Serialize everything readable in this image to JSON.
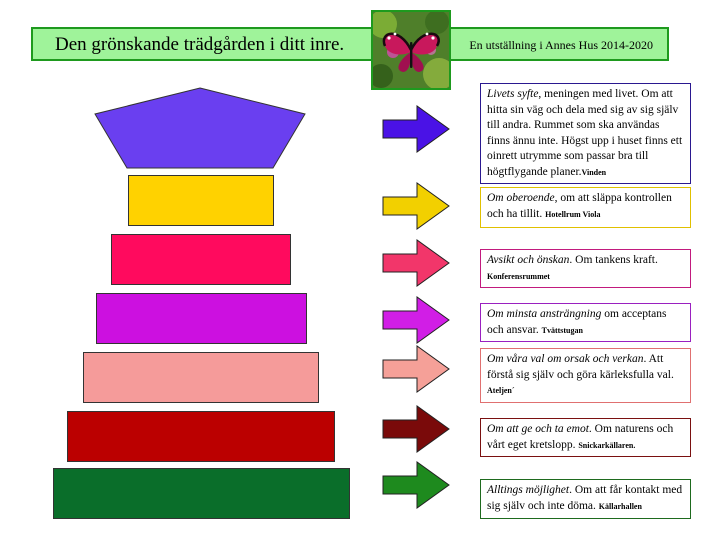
{
  "header": {
    "title": "Den grönskande trädgården i ditt inre.",
    "subtitle": "En utställning i Annes Hus 2014-2020",
    "image_icon": "butterfly-photo"
  },
  "levels": [
    {
      "color": "#6a3ff0",
      "arrow_color": "#4a12e6",
      "border": "#2a1890",
      "italic": "Livets syfte",
      "text": ", meningen med livet. Om att hitta sin väg och dela med sig av sig själv till andra. Rummet som ska användas finns ännu inte. Högst upp i huset finns ett oinrett  utrymme som passar bra till högtflygande planer.",
      "room": "Vinden"
    },
    {
      "color": "#ffd200",
      "arrow_color": "#f2d000",
      "border": "#e0c000",
      "italic": "Om oberoende",
      "text": ", om att släppa kontrollen och ha tillit. ",
      "room": "Hotellrum Viola"
    },
    {
      "color": "#ff0a5e",
      "arrow_color": "#f2366a",
      "border": "#c21a7e",
      "italic": "Avsikt och önskan",
      "text": ". Om tankens kraft. ",
      "room": "Konferensrummet"
    },
    {
      "color": "#cc10e0",
      "arrow_color": "#d11ee6",
      "border": "#9a20c0",
      "italic": "Om minsta ansträngning",
      "text": " om acceptans och ansvar. ",
      "room": "Tvättstugan"
    },
    {
      "color": "#f59b9a",
      "arrow_color": "#f5a098",
      "border": "#e07070",
      "italic": "Om våra val om orsak och verkan",
      "text": ". Att förstå sig själv och göra kärleksfulla val. ",
      "room": "Ateljen´"
    },
    {
      "color": "#bb0000",
      "arrow_color": "#7a0a0a",
      "border": "#7a1010",
      "italic": "Om att ge och ta emot",
      "text": ". Om naturens och vårt eget kretslopp. ",
      "room": "Snickarkällaren."
    },
    {
      "color": "#0a6e2a",
      "arrow_color": "#1e8a1e",
      "border": "#1e6a1e",
      "italic": "Alltings möjlighet",
      "text": ". Om att får kontakt med sig själv och inte döma. ",
      "room": "Källarhallen"
    }
  ]
}
